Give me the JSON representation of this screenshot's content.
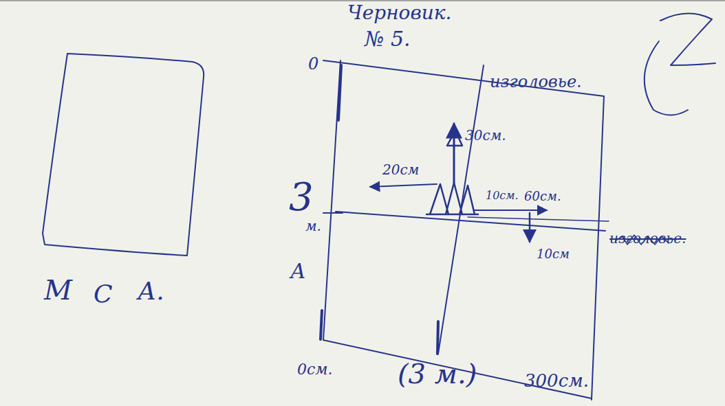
{
  "diagram": {
    "title": "Черновик.",
    "labels": [
      "№ 5.",
      "изголовье.",
      "30см.",
      "20см",
      "10см.",
      "60см.",
      "10см",
      "изголовье.",
      "3",
      "м.",
      "А",
      "0",
      "0см.",
      "(3 м.)",
      "300см.",
      "М",
      "С",
      "А."
    ]
  }
}
